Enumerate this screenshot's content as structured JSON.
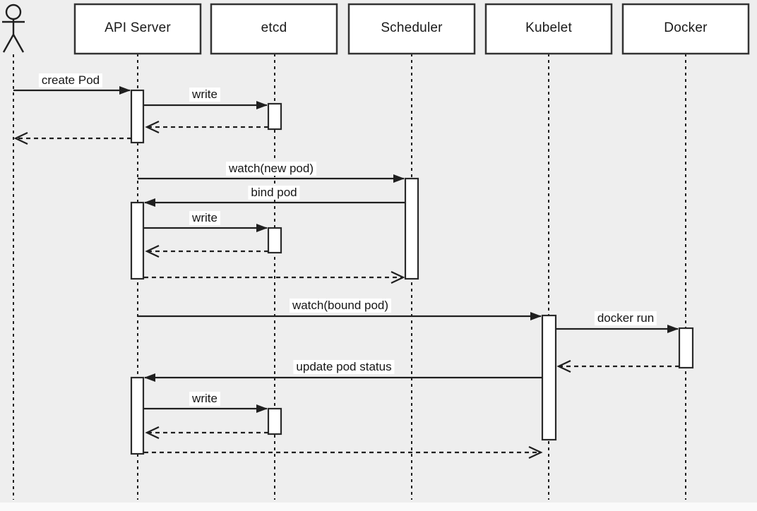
{
  "diagram": {
    "kind": "uml-sequence-diagram",
    "topic": "Kubernetes pod creation flow",
    "actor_icon": "stick-figure-icon",
    "participants": [
      {
        "label": "API Server"
      },
      {
        "label": "etcd"
      },
      {
        "label": "Scheduler"
      },
      {
        "label": "Kubelet"
      },
      {
        "label": "Docker"
      }
    ],
    "messages": [
      {
        "label": "create Pod",
        "from": "actor",
        "to": "API Server",
        "style": "solid"
      },
      {
        "label": "write",
        "from": "API Server",
        "to": "etcd",
        "style": "solid"
      },
      {
        "label": "",
        "from": "etcd",
        "to": "API Server",
        "style": "dashed-return"
      },
      {
        "label": "",
        "from": "API Server",
        "to": "actor",
        "style": "dashed-return"
      },
      {
        "label": "watch(new pod)",
        "from": "API Server",
        "to": "Scheduler",
        "style": "solid"
      },
      {
        "label": "bind pod",
        "from": "Scheduler",
        "to": "API Server",
        "style": "solid"
      },
      {
        "label": "write",
        "from": "API Server",
        "to": "etcd",
        "style": "solid"
      },
      {
        "label": "",
        "from": "etcd",
        "to": "API Server",
        "style": "dashed-return"
      },
      {
        "label": "",
        "from": "API Server",
        "to": "Scheduler",
        "style": "dashed-return"
      },
      {
        "label": "watch(bound pod)",
        "from": "API Server",
        "to": "Kubelet",
        "style": "solid"
      },
      {
        "label": "docker run",
        "from": "Kubelet",
        "to": "Docker",
        "style": "solid"
      },
      {
        "label": "",
        "from": "Docker",
        "to": "Kubelet",
        "style": "dashed-return"
      },
      {
        "label": "update pod status",
        "from": "Kubelet",
        "to": "API Server",
        "style": "solid"
      },
      {
        "label": "write",
        "from": "API Server",
        "to": "etcd",
        "style": "solid"
      },
      {
        "label": "",
        "from": "etcd",
        "to": "API Server",
        "style": "dashed-return"
      },
      {
        "label": "",
        "from": "API Server",
        "to": "Kubelet",
        "style": "dashed-return"
      }
    ],
    "colors": {
      "background": "#eeeeee",
      "line": "#1f1f1f",
      "box_fill": "#ffffff",
      "box_border": "#333333",
      "label_background": "#ffffff"
    }
  }
}
